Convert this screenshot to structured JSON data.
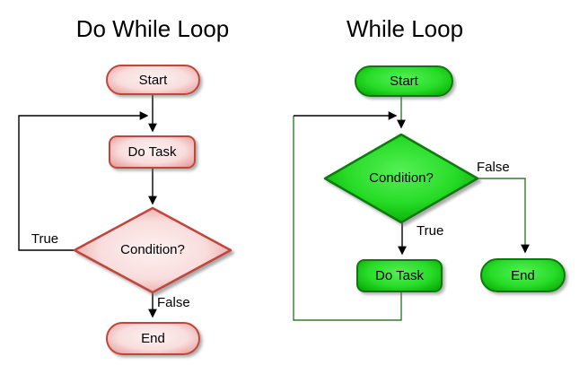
{
  "left_chart": {
    "title": "Do While Loop",
    "nodes": {
      "start": "Start",
      "task": "Do Task",
      "condition": "Condition?",
      "end": "End"
    },
    "labels": {
      "true_branch": "True",
      "false_branch": "False"
    }
  },
  "right_chart": {
    "title": "While Loop",
    "nodes": {
      "start": "Start",
      "condition": "Condition?",
      "task": "Do Task",
      "end": "End"
    },
    "labels": {
      "true_branch": "True",
      "false_branch": "False"
    }
  },
  "themes": {
    "red": {
      "fill_light": "#fdf0f0",
      "fill_mid": "#f9dddd",
      "fill_edge": "#e29490",
      "border": "#c2453c",
      "line": "#000000"
    },
    "green": {
      "fill_light": "#55f055",
      "fill_mid": "#28dc28",
      "fill_edge": "#00a300",
      "border": "#0b7a0b",
      "line": "#2e7d2e"
    }
  }
}
